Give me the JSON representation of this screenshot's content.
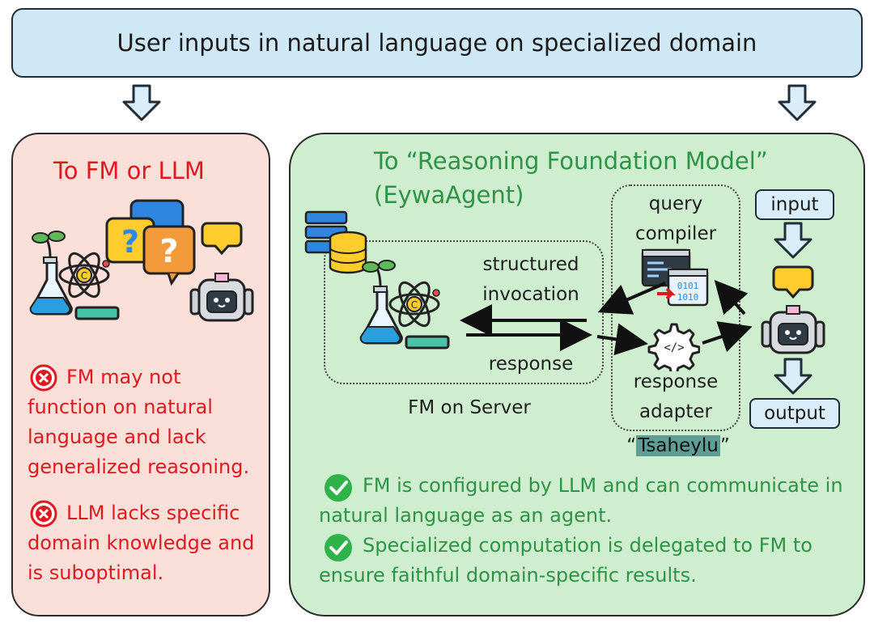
{
  "header": {
    "title": "User inputs in natural language on specialized domain"
  },
  "left_panel": {
    "title": "To FM or LLM",
    "items": [
      "FM may not function on natural language and lack generalized reasoning.",
      "LLM lacks specific domain knowledge and is suboptimal."
    ]
  },
  "right_panel": {
    "title_line1": "To “Reasoning Foundation Model”",
    "title_line2": "(EywaAgent)",
    "structured_invocation": "structured invocation",
    "response": "response",
    "fm_on_server": "FM on Server",
    "query_compiler": "query compiler",
    "response_adapter": "response adapter",
    "tsaheylu_open": "“",
    "tsaheylu_word": "Tsaheylu",
    "tsaheylu_close": "”",
    "input": "input",
    "output": "output",
    "items": [
      "FM is configured by LLM and can communicate in natural language as an agent.",
      "Specialized computation is delegated to FM to ensure faithful domain-specific results."
    ]
  },
  "colors": {
    "red": "#e0191f",
    "green": "#2f9345",
    "blue_box": "#cfe8f6",
    "left_bg": "#fbe0da",
    "right_bg": "#cfeed0"
  },
  "icons": [
    "down-arrow-icon",
    "lab-flask-atom-icon",
    "question-bubbles-icon",
    "robot-icon",
    "server-database-icon",
    "compiler-window-icon",
    "adapter-gear-icon",
    "cross-icon",
    "check-icon"
  ]
}
